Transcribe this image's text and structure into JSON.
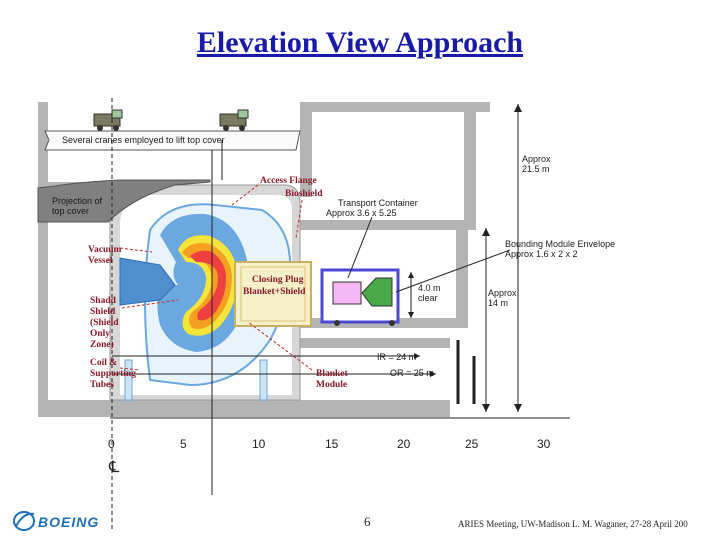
{
  "title": "Elevation View Approach",
  "labels": {
    "cranes": "Several cranes employed to lift top cover",
    "height_1": "Approx",
    "height_2": "21.5 m",
    "projection_1": "Projection of",
    "projection_2": "top cover",
    "access_1": "Access Flange",
    "access_2": "Bioshield",
    "transport_1": "Transport Container",
    "transport_2": "Approx 3.6 x 5.25",
    "bounding_1": "Bounding Module Envelope",
    "bounding_2": "Approx 1.6 x 2 x 2",
    "vacuum_1": "Vacuum",
    "vacuum_2": "Vessel",
    "closing_1": "Closing Plug",
    "closing_2": "Blanket+Shield",
    "clear_1": "4.0 m",
    "clear_2": "clear",
    "approx14_1": "Approx",
    "approx14_2": "14 m",
    "shield_1": "Shadd",
    "shield_2": "Shield",
    "shield_3": "(Shield",
    "shield_4": "Only",
    "shield_5": "Zone)",
    "coil_1": "Coil &",
    "coil_2": "Supporting",
    "coil_3": "Tubes",
    "ir": "IR = 24 m",
    "or": "OR = 25 m",
    "blanket_1": "Blanket",
    "blanket_2": "Module"
  },
  "axis": {
    "ticks": [
      "0",
      "5",
      "10",
      "15",
      "20",
      "25",
      "30"
    ],
    "centerline": "℄"
  },
  "footer": {
    "logo": "BOEING",
    "page": "6",
    "credit": "ARIES Meeting, UW-Madison L. M. Waganer, 27-28 April 200"
  },
  "colors": {
    "title": "#1a1aa8",
    "wall": "#b4b4b4",
    "cover": "#808080",
    "vessel_fill": "#e8f3fb",
    "shield_blue": "#6aa8df",
    "blanket_red": "#ee4040",
    "blanket_orange": "#f6a021",
    "blanket_yellow": "#f5e43a",
    "container_blue": "#4a4ad8",
    "plug_fill": "#f6f0c8",
    "label_red": "#8a1a2a"
  }
}
